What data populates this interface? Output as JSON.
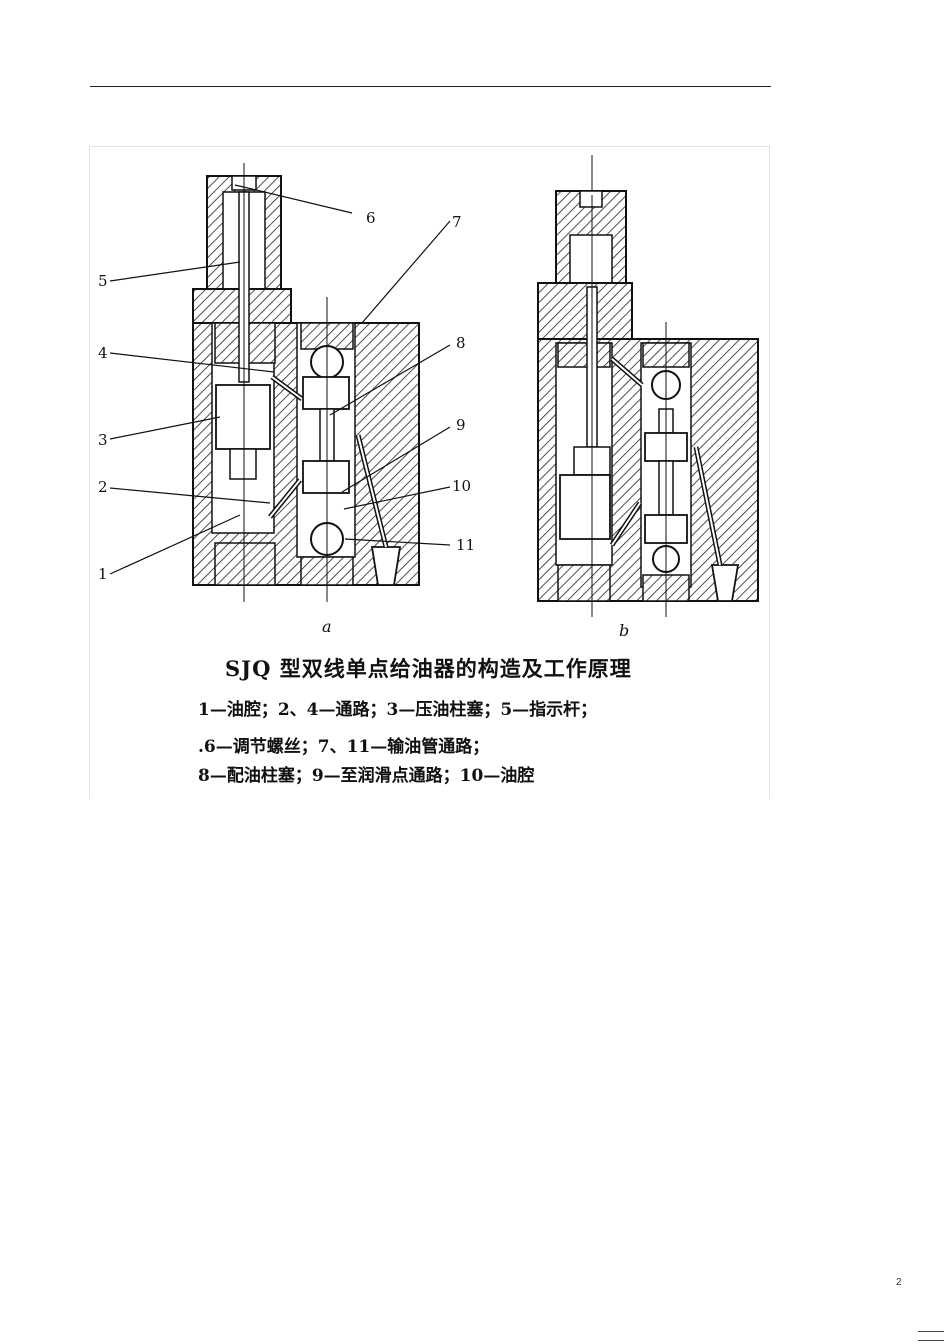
{
  "figure": {
    "callouts": [
      "1",
      "2",
      "3",
      "4",
      "5",
      "6",
      "7",
      "8",
      "9",
      "10",
      "11"
    ],
    "sublabel_a": "a",
    "sublabel_b": "b",
    "caption_title": "SJQ 型双线单点给油器的构造及工作原理",
    "legend_lines": [
      "1—油腔；2、4—通路；3—压油柱塞；5—指示杆；",
      ".6—调节螺丝；7、11—输油管通路；",
      "8—配油柱塞；9—至润滑点通路；10—油腔"
    ]
  },
  "page": {
    "number": "2"
  }
}
